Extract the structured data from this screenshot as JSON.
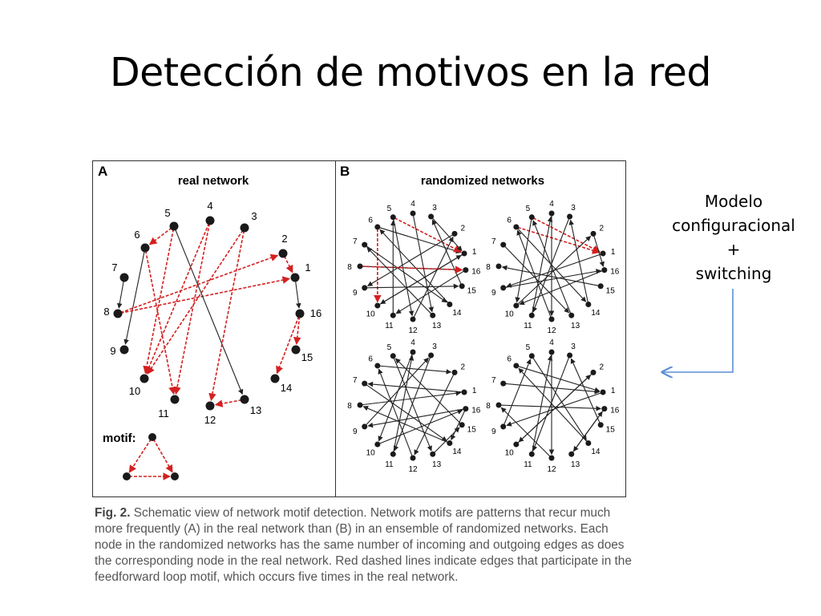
{
  "slide": {
    "title": "Detección de motivos en la red",
    "side_note": [
      "Modelo",
      "configuracional",
      "+",
      "switching"
    ]
  },
  "figure": {
    "panel_a": {
      "letter": "A",
      "title": "real network",
      "motif_label": "motif:"
    },
    "panel_b": {
      "letter": "B",
      "title": "randomized networks"
    },
    "node_labels": [
      "1",
      "2",
      "3",
      "4",
      "5",
      "6",
      "7",
      "8",
      "9",
      "10",
      "11",
      "12",
      "13",
      "14",
      "15",
      "16"
    ],
    "colors": {
      "edge": "#222222",
      "motif_edge": "#d42020",
      "node": "#1a1a1a",
      "arrow_annotation": "#5b8fd4"
    }
  },
  "caption": {
    "label": "Fig. 2.",
    "lines": [
      " Schematic view of network motif detection. Network motifs are patterns that recur much",
      "more frequently (A) in the real network than (B) in an ensemble of randomized networks. Each",
      "node in the randomized networks has the same number of incoming and outgoing edges as does",
      "the corresponding node in the real network. Red dashed lines indicate edges that participate in the",
      "feedforward loop motif, which occurs five times in the real network."
    ]
  }
}
